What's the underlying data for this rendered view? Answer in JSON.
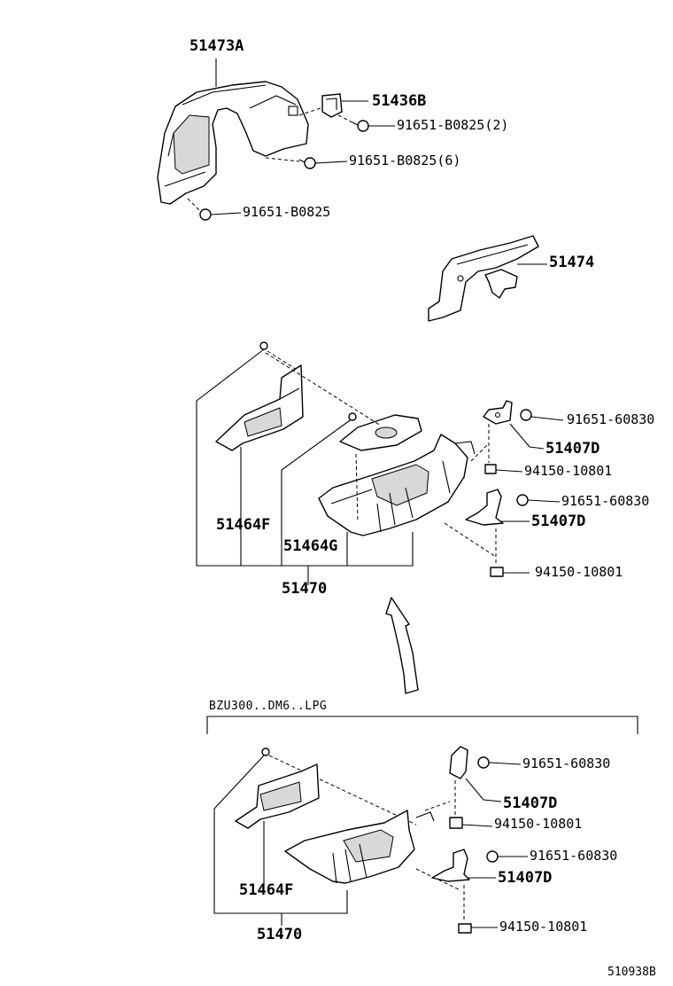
{
  "section_main": {
    "labels": {
      "p51473A": "51473A",
      "p51436B": "51436B",
      "bolt_a": "91651-B0825(2)",
      "bolt_b": "91651-B0825(6)",
      "bolt_c": "91651-B0825",
      "p51474": "51474",
      "bolt_d": "91651-60830",
      "p51407D_1": "51407D",
      "nut_a": "94150-10801",
      "bolt_e": "91651-60830",
      "p51407D_2": "51407D",
      "nut_b": "94150-10801",
      "p51464F": "51464F",
      "p51464G": "51464G",
      "p51470": "51470"
    }
  },
  "section_variant": {
    "caption": "BZU300..DM6..LPG",
    "labels": {
      "bolt_f": "91651-60830",
      "p51407D_3": "51407D",
      "nut_c": "94150-10801",
      "bolt_g": "91651-60830",
      "p51407D_4": "51407D",
      "p51464F": "51464F",
      "nut_d": "94150-10801",
      "p51470": "51470"
    }
  },
  "footer": {
    "code": "510938B"
  }
}
